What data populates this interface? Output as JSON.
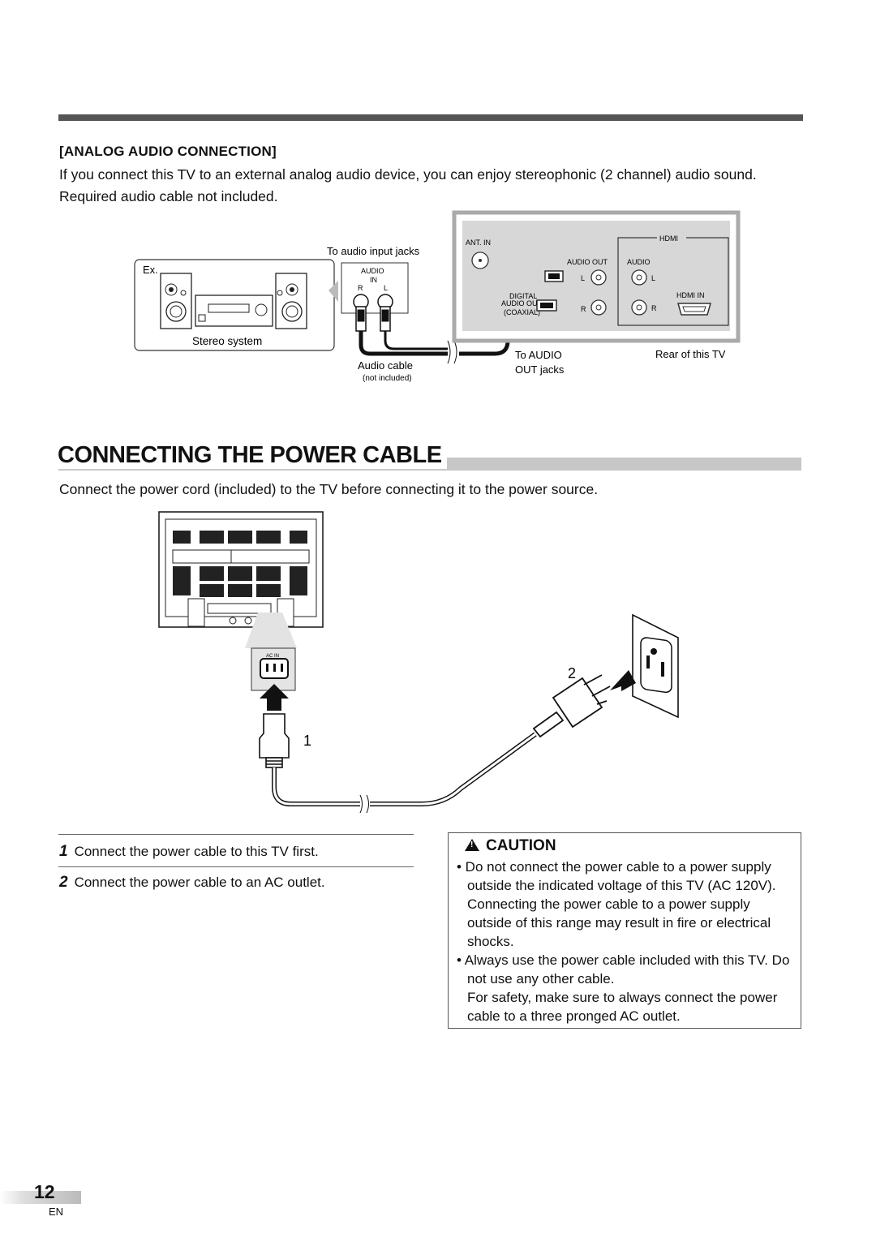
{
  "analog": {
    "heading": "[ANALOG AUDIO CONNECTION]",
    "intro": "If you connect this TV to an external analog audio device, you can enjoy stereophonic (2 channel) audio sound. Required audio cable not included.",
    "ex_label": "Ex.",
    "stereo_label": "Stereo system",
    "to_audio_input": "To audio input jacks",
    "audio_in_label": "AUDIO",
    "audio_in_label2": "IN",
    "r_label": "R",
    "l_label": "L",
    "audio_cable": "Audio cable",
    "not_included": "(not included)",
    "ant_in": "ANT. IN",
    "audio_out": "AUDIO OUT",
    "digital": "DIGITAL",
    "audio_out2": "AUDIO OUT",
    "coaxial": "(COAXIAL)",
    "hdmi": "HDMI",
    "hdmi_audio": "AUDIO",
    "hdmi_in": "HDMI IN",
    "to_audio_out1": "To AUDIO",
    "to_audio_out2": "OUT jacks",
    "rear_tv": "Rear of this TV"
  },
  "power": {
    "title": "CONNECTING THE POWER CABLE",
    "intro": "Connect the power cord (included) to the TV before connecting it to the power source.",
    "ac_in": "AC IN",
    "callout1": "1",
    "callout2": "2",
    "steps": [
      {
        "num": "1",
        "text": "Connect the power cable to this TV first."
      },
      {
        "num": "2",
        "text": "Connect the power cable to an AC outlet."
      }
    ],
    "caution": {
      "title": "CAUTION",
      "b1": "• Do not connect the power cable to a power supply outside the indicated voltage of this TV (AC 120V). Connecting the power cable to a power supply outside of this range may result in fire or electrical shocks.",
      "b2": "• Always use the power cable included with this TV. Do not use any other cable.",
      "b3": "For safety, make sure to always connect the power cable to a three pronged AC outlet."
    }
  },
  "footer": {
    "page": "12",
    "lang": "EN"
  }
}
